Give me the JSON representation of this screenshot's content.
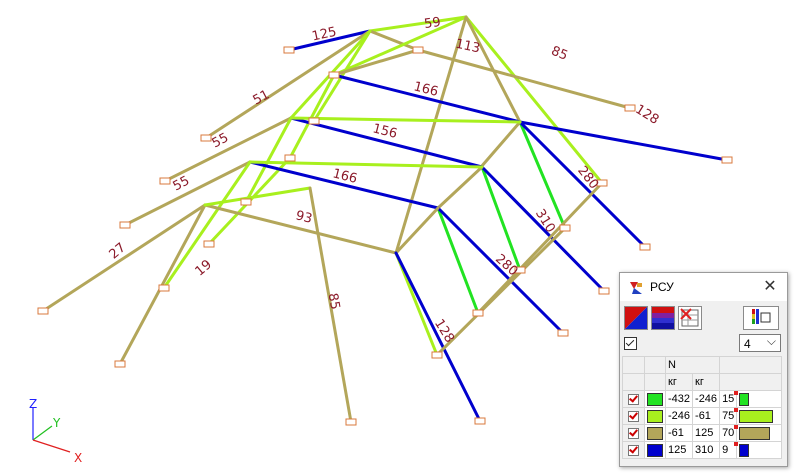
{
  "colors": {
    "tan": "#b3a65a",
    "lime": "#a8f01e",
    "green": "#22e322",
    "blue": "#0000cd",
    "label": "#8b1a2a",
    "support": "#d9783c"
  },
  "model": {
    "member_labels": [
      "125",
      "59",
      "113",
      "85",
      "128",
      "51",
      "166",
      "55",
      "156",
      "55",
      "280",
      "166",
      "27",
      "93",
      "310",
      "19",
      "280",
      "85",
      "128"
    ]
  },
  "axes": {
    "z": "Z",
    "y": "Y",
    "x": "X"
  },
  "dialog": {
    "title": "РСУ",
    "close_icon": "close-icon",
    "toolbar_icons": [
      "colour-fill-icon",
      "colour-bands-icon",
      "table-delete-icon",
      "scale-settings-icon"
    ],
    "show_checkbox_checked": true,
    "intervals_value": "4",
    "table": {
      "header_force": "N",
      "header_unit_min": "кг",
      "header_unit_max": "кг",
      "rows": [
        {
          "min": "-432",
          "max": "-246",
          "pct": "15",
          "color": "#22e322",
          "share": 0.15
        },
        {
          "min": "-246",
          "max": "-61",
          "pct": "75",
          "color": "#a8f01e",
          "share": 0.75
        },
        {
          "min": "-61",
          "max": "125",
          "pct": "70",
          "color": "#b3a65a",
          "share": 0.7
        },
        {
          "min": "125",
          "max": "310",
          "pct": "9",
          "color": "#0000cd",
          "share": 0.09
        }
      ]
    }
  }
}
